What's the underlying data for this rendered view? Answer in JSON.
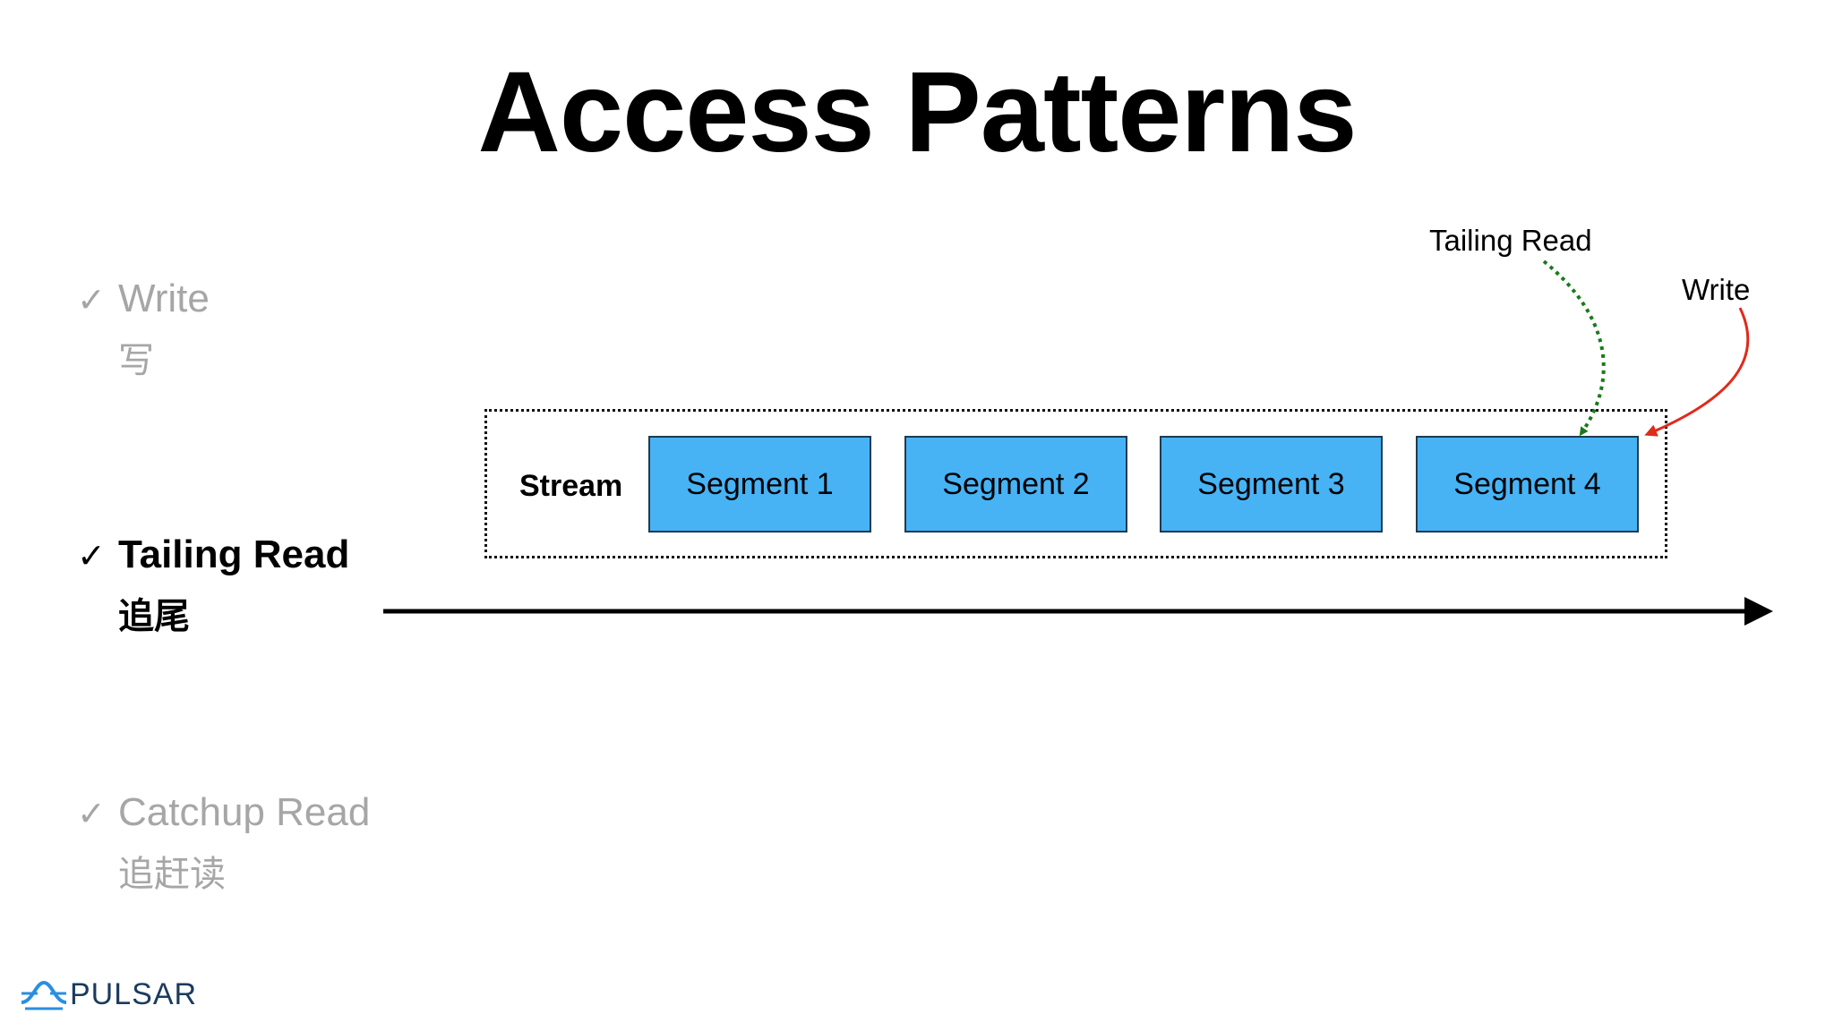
{
  "title": "Access Patterns",
  "patterns": [
    {
      "check": "✓",
      "label": "Write",
      "label_cn": "写",
      "state": "muted"
    },
    {
      "check": "✓",
      "label": "Tailing Read",
      "label_cn": "追尾",
      "state": "active"
    },
    {
      "check": "✓",
      "label": "Catchup Read",
      "label_cn": "追赶读",
      "state": "muted"
    }
  ],
  "diagram": {
    "stream_label": "Stream",
    "segments": [
      "Segment 1",
      "Segment 2",
      "Segment 3",
      "Segment 4"
    ],
    "annotations": {
      "tailing_read": "Tailing Read",
      "write": "Write"
    },
    "colors": {
      "segment_fill": "#47b3f5",
      "tailing_read_arrow": "#1a7a1a",
      "write_arrow": "#e02a1b"
    }
  },
  "logo": {
    "text": "PULSAR",
    "icon": "pulsar-wave-icon",
    "color": "#2a8ee0"
  }
}
